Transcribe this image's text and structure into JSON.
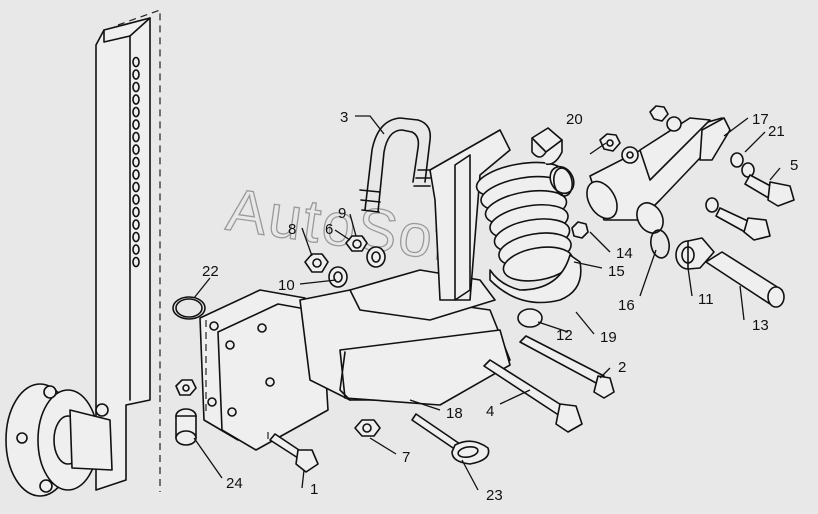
{
  "watermark": "AutoSoft",
  "part_numbers": {
    "p1": "1",
    "p2": "2",
    "p3": "3",
    "p4": "4",
    "p5": "5",
    "p6": "6",
    "p7": "7",
    "p8": "8",
    "p9": "9",
    "p10": "10",
    "p11": "11",
    "p12": "12",
    "p13": "13",
    "p14": "14",
    "p15": "15",
    "p16": "16",
    "p17": "17",
    "p18": "18",
    "p19": "19",
    "p20": "20",
    "p21": "21",
    "p22": "22",
    "p23": "23",
    "p24": "24"
  }
}
